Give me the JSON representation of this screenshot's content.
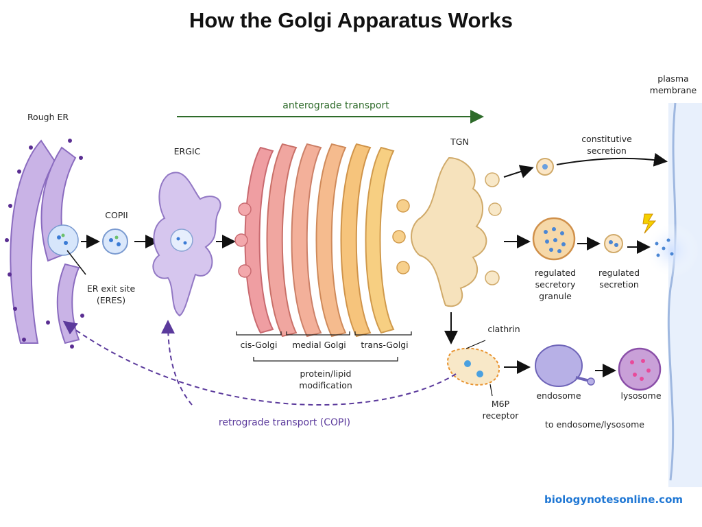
{
  "title": "How the Golgi Apparatus Works",
  "labels": {
    "rough_er": "Rough ER",
    "copii": "COPII",
    "er_exit_site": "ER exit site\n(ERES)",
    "ergic": "ERGIC",
    "anterograde": "anterograde transport",
    "tgn": "TGN",
    "plasma_membrane": "plasma\nmembrane",
    "constitutive_secretion": "constitutive\nsecretion",
    "regulated_granule": "regulated\nsecretory\ngranule",
    "regulated_secretion": "regulated\nsecretion",
    "cis_golgi": "cis-Golgi",
    "medial_golgi": "medial Golgi",
    "trans_golgi": "trans-Golgi",
    "protein_modification": "protein/lipid\nmodification",
    "clathrin": "clathrin",
    "m6p_receptor": "M6P\nreceptor",
    "endosome": "endosome",
    "lysosome": "lysosome",
    "to_endosome": "to endosome/lysosome",
    "retrograde": "retrograde transport (COPI)"
  },
  "footer": "biologynotesonline.com",
  "colors": {
    "er": "#b89ad8",
    "cis": "#e88a8e",
    "medial": "#f0a090",
    "trans": "#f2b46a",
    "tgn": "#f3dcb0",
    "anterograde": "#2e6b2a",
    "retrograde": "#5b3a9c",
    "membrane": "#9fb8e0"
  }
}
